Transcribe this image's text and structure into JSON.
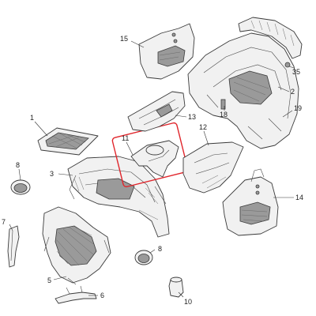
{
  "callouts": [
    {
      "id": "1",
      "label": "1"
    },
    {
      "id": "2",
      "label": "2"
    },
    {
      "id": "3",
      "label": "3"
    },
    {
      "id": "5",
      "label": "5"
    },
    {
      "id": "6",
      "label": "6"
    },
    {
      "id": "7",
      "label": "7"
    },
    {
      "id": "8a",
      "label": "8"
    },
    {
      "id": "8b",
      "label": "8"
    },
    {
      "id": "10",
      "label": "10"
    },
    {
      "id": "11",
      "label": "11"
    },
    {
      "id": "12",
      "label": "12"
    },
    {
      "id": "13",
      "label": "13"
    },
    {
      "id": "14",
      "label": "14"
    },
    {
      "id": "15",
      "label": "15"
    },
    {
      "id": "18",
      "label": "18"
    },
    {
      "id": "19",
      "label": "19"
    },
    {
      "id": "35",
      "label": "35"
    }
  ],
  "highlight_color": "#e0252b",
  "highlighted_part": "11"
}
